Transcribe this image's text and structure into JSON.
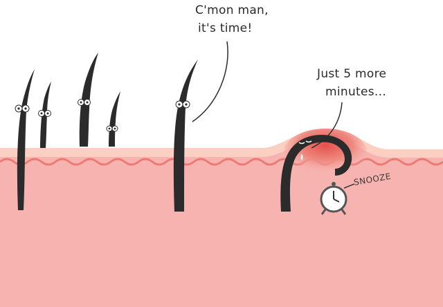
{
  "bubbles": {
    "top": {
      "line1": "C'mon man,",
      "line2": "it's time!"
    },
    "right": {
      "line1": "Just 5 more",
      "line2": "minutes..."
    }
  },
  "alarm": {
    "label": "SNOOZE"
  },
  "colors": {
    "skin": "#f7b3b0",
    "skin_edge": "#ec7a73",
    "surface": "#fbd3c6",
    "hair": "#2b2b2b",
    "inflamed": "#e6615b"
  }
}
